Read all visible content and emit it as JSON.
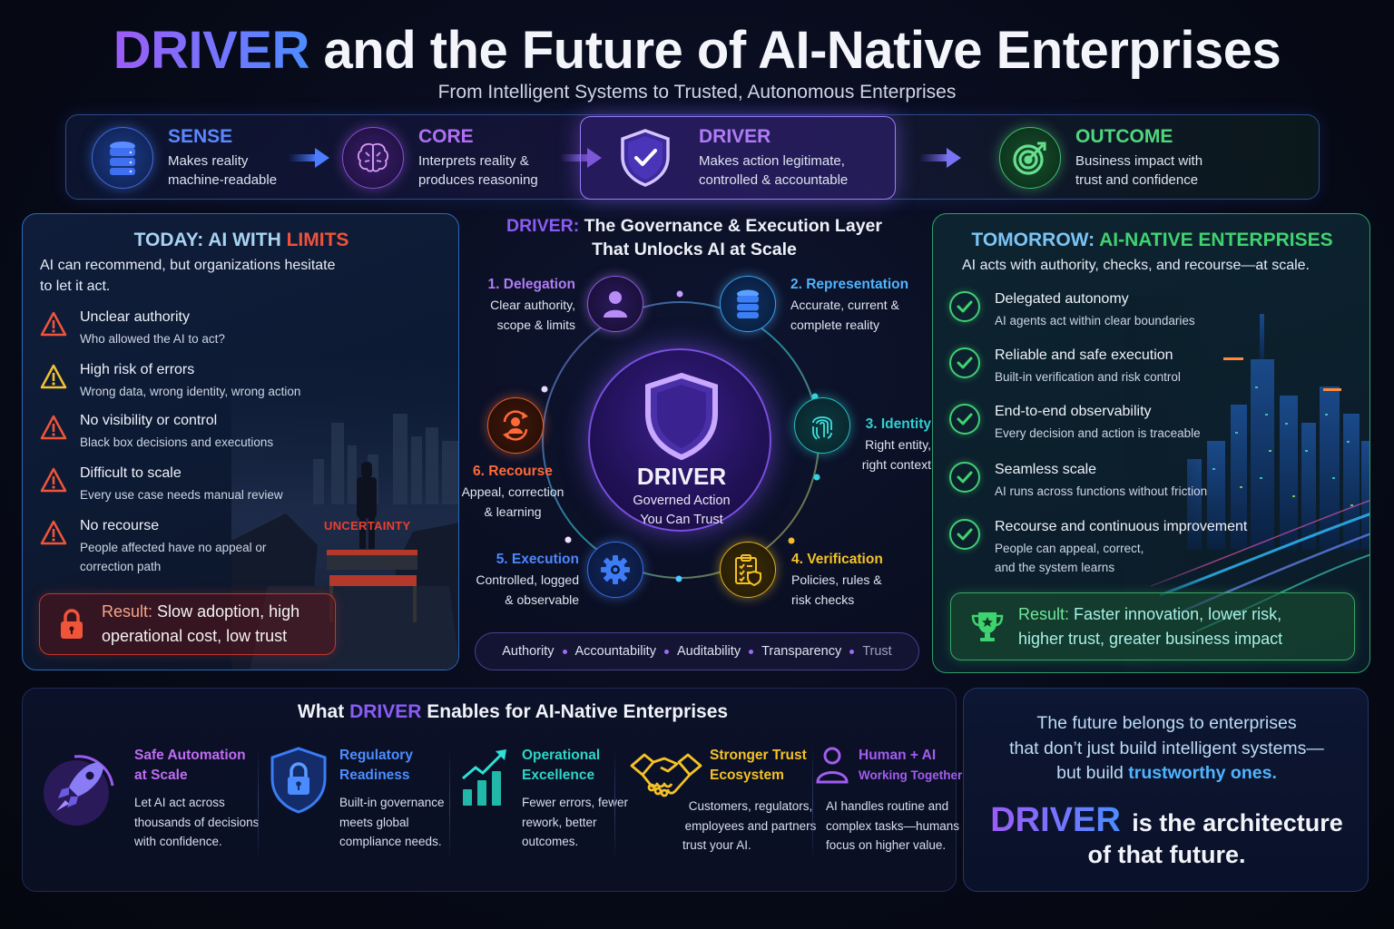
{
  "header": {
    "title_highlight": "DRIVER",
    "title_rest": "and the Future of AI-Native Enterprises",
    "subtitle": "From Intelligent Systems to Trusted, Autonomous Enterprises"
  },
  "flow": {
    "steps": [
      {
        "title": "SENSE",
        "line1": "Makes reality",
        "line2": "machine-readable",
        "icon": "database-icon",
        "color": "#4d7cff"
      },
      {
        "title": "CORE",
        "line1": "Interprets reality &",
        "line2": "produces reasoning",
        "icon": "brain-icon",
        "color": "#a35cf0"
      },
      {
        "title": "DRIVER",
        "line1": "Makes action legitimate,",
        "line2": "controlled & accountable",
        "icon": "shield-check-icon",
        "color": "#a06cf5"
      },
      {
        "title": "OUTCOME",
        "line1": "Business impact with",
        "line2": "trust and confidence",
        "icon": "target-icon",
        "color": "#4bd67a"
      }
    ]
  },
  "today": {
    "heading_prefix": "TODAY: AI WITH ",
    "heading_accent": "LIMITS",
    "intro": "AI can recommend, but organizations hesitate to let it act.",
    "items": [
      {
        "title": "Unclear authority",
        "desc": "Who allowed the AI to act?",
        "color": "#f0553a"
      },
      {
        "title": "High risk of errors",
        "desc": "Wrong data, wrong identity, wrong action",
        "color": "#f2c230"
      },
      {
        "title": "No visibility or control",
        "desc": "Black box decisions and executions",
        "color": "#f0553a"
      },
      {
        "title": "Difficult to scale",
        "desc": "Every use case needs manual review",
        "color": "#f0553a"
      },
      {
        "title": "No recourse",
        "desc": "People affected have no appeal or correction path",
        "color": "#f0553a"
      }
    ],
    "sign_text": "UNCERTAINTY",
    "result_label": "Result:",
    "result_text": "Slow adoption, high operational cost, low trust"
  },
  "middle": {
    "heading_accent": "DRIVER:",
    "heading_line1": "The Governance & Execution Layer",
    "heading_line2": "That Unlocks AI at Scale",
    "center_title": "DRIVER",
    "center_line1": "Governed Action",
    "center_line2": "You Can Trust",
    "nodes": [
      {
        "title": "1. Delegation",
        "line1": "Clear authority,",
        "line2": "scope & limits",
        "color": "#b07cf7",
        "icon": "user-icon"
      },
      {
        "title": "2. Representation",
        "line1": "Accurate, current &",
        "line2": "complete reality",
        "color": "#4fb4ff",
        "icon": "database-icon"
      },
      {
        "title": "3. Identity",
        "line1": "Right entity,",
        "line2": "right context",
        "color": "#2fd0d0",
        "icon": "fingerprint-icon"
      },
      {
        "title": "4. Verification",
        "line1": "Policies, rules &",
        "line2": "risk checks",
        "color": "#f5c226",
        "icon": "clipboard-shield-icon"
      },
      {
        "title": "5. Execution",
        "line1": "Controlled, logged",
        "line2": "& observable",
        "color": "#4d86ff",
        "icon": "gear-icon"
      },
      {
        "title": "6. Recourse",
        "line1": "Appeal, correction",
        "line2": "& learning",
        "color": "#ff6a3a",
        "icon": "user-cycle-icon"
      }
    ],
    "principles": [
      "Authority",
      "Accountability",
      "Auditability",
      "Transparency",
      "Trust"
    ]
  },
  "tomorrow": {
    "heading_prefix": "TOMORROW: ",
    "heading_accent": "AI-NATIVE ENTERPRISES",
    "intro": "AI acts with authority, checks, and recourse—at scale.",
    "items": [
      {
        "title": "Delegated autonomy",
        "desc": "AI agents act within clear boundaries"
      },
      {
        "title": "Reliable and safe execution",
        "desc": "Built-in verification and risk control"
      },
      {
        "title": "End-to-end observability",
        "desc": "Every decision and action is traceable"
      },
      {
        "title": "Seamless scale",
        "desc": "AI runs across functions without friction"
      },
      {
        "title": "Recourse and continuous improvement",
        "desc": "People can appeal, correct, and the system learns"
      }
    ],
    "result_label": "Result:",
    "result_text": "Faster innovation, lower risk, higher trust, greater business impact"
  },
  "enables": {
    "heading_prefix": "What ",
    "heading_accent": "DRIVER",
    "heading_suffix": " Enables for AI-Native Enterprises",
    "cards": [
      {
        "title1": "Safe Automation",
        "title2": "at Scale",
        "desc": [
          "Let AI act across",
          "thousands of decisions",
          "with confidence."
        ],
        "color": "#c06cf5",
        "icon": "rocket-icon"
      },
      {
        "title1": "Regulatory",
        "title2": "Readiness",
        "desc": [
          "Built-in governance",
          "meets global",
          "compliance needs."
        ],
        "color": "#4d8dff",
        "icon": "shield-lock-icon"
      },
      {
        "title1": "Operational",
        "title2": "Excellence",
        "desc": [
          "Fewer errors, fewer",
          "rework, better",
          "outcomes."
        ],
        "color": "#2fd6c6",
        "icon": "chart-growth-icon"
      },
      {
        "title1": "Stronger Trust",
        "title2": "Ecosystem",
        "desc": [
          "Customers, regulators,",
          "employees and partners",
          "trust your AI."
        ],
        "color": "#f5c226",
        "icon": "handshake-icon"
      },
      {
        "title1": "Human + AI",
        "title2": "Working Together",
        "desc": [
          "AI handles routine and",
          "complex tasks—humans",
          "focus on higher value."
        ],
        "color": "#a35cf0",
        "icon": "person-icon"
      }
    ]
  },
  "closing": {
    "line1": "The future belongs to enterprises",
    "line2": "that don’t just build intelligent systems—",
    "line3_prefix": "but build ",
    "line3_accent": "trustworthy ones.",
    "brand": "DRIVER",
    "tagline1": "is the architecture",
    "tagline2": "of that future."
  }
}
